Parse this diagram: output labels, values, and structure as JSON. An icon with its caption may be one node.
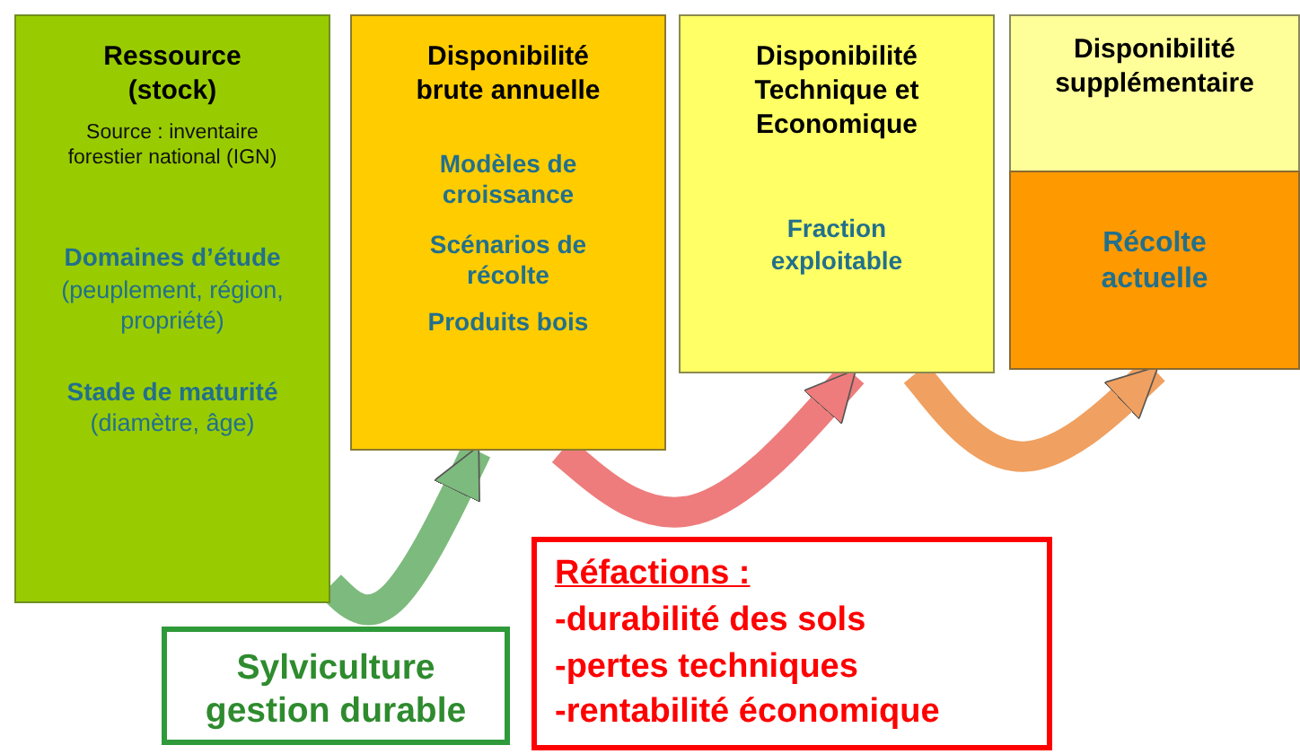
{
  "diagram": {
    "nodes": [
      {
        "text": [
          "Ressource (stock)",
          "Source : inventaire forestier national (IGN)",
          "Domaines d’étude",
          "(peuplement, région, propriété)",
          "Stade de maturité",
          "(diamètre, âge)"
        ]
      },
      {
        "text": [
          "Disponibilité brute annuelle",
          "Modèles de croissance",
          "Scénarios de récolte",
          "Produits bois"
        ]
      },
      {
        "text": [
          "Disponibilité Technique et Economique",
          "Fraction exploitable"
        ]
      },
      {
        "text": [
          "Disponibilité supplémentaire"
        ]
      },
      {
        "text": [
          "Récolte actuelle"
        ],
        "in": 3
      },
      {
        "text": [
          "Sylviculture gestion durable"
        ]
      },
      {
        "text": [
          "Réfactions :",
          "-durabilité des sols",
          "-pertes techniques",
          "-rentabilité économique"
        ]
      }
    ],
    "edges": [
      {
        "from": 0,
        "to": 1,
        "arrow": "to",
        "color": "#7dba7d"
      },
      {
        "from": 1,
        "to": 2,
        "arrow": "to",
        "color": "#ee7c7c"
      },
      {
        "from": 2,
        "to": 4,
        "arrow": "to",
        "color": "#f0a060"
      }
    ]
  }
}
